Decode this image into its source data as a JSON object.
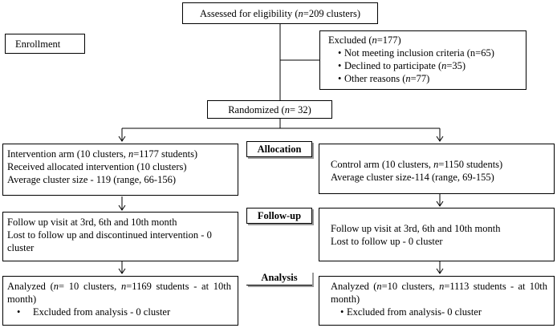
{
  "assessed": {
    "pre": "Assessed for eligibility (",
    "n": "n",
    "post": "=209 clusters)"
  },
  "enrollment": "Enrollment",
  "excluded": {
    "title_pre": "Excluded (",
    "title_n": "n",
    "title_post": "=177)",
    "items": [
      {
        "pre": "Not meeting inclusion criteria (n=65)",
        "n": "",
        "post": ""
      },
      {
        "pre": "Declined to participate (",
        "n": "n",
        "post": "=35)"
      },
      {
        "pre": "Other reasons (",
        "n": "n",
        "post": "=77)"
      }
    ]
  },
  "randomized": {
    "pre": "Randomized (",
    "n": "n",
    "post": "= 32)"
  },
  "stages": {
    "allocation": "Allocation",
    "followup": "Follow-up",
    "analysis": "Analysis"
  },
  "intervention": {
    "l1_pre": "Intervention arm (10 clusters, ",
    "l1_n": "n",
    "l1_post": "=1177 students)",
    "l2": "Received allocated intervention (10 clusters)",
    "l3": "Average cluster size - 119 (range, 66-156)"
  },
  "control": {
    "l1_pre": "Control arm (10 clusters, ",
    "l1_n": "n",
    "l1_post": "=1150 students)",
    "l2": "Average cluster size-114 (range, 69-155)"
  },
  "followup_left": {
    "l1": "Follow up visit at 3rd, 6th and 10th month",
    "l2": "Lost to follow up and discontinued intervention - 0 cluster"
  },
  "followup_right": {
    "l1": "Follow up visit at 3rd, 6th and 10th month",
    "l2": "Lost to follow up - 0 cluster"
  },
  "analysis_left": {
    "l1_pre": "Analyzed (",
    "l1_n": "n",
    "l1_mid": "= 10 clusters, ",
    "l1_n2": "n",
    "l1_post": "=1169 students - at 10th month)",
    "bullet": "Excluded from analysis - 0 cluster"
  },
  "analysis_right": {
    "l1_pre": "Analyzed (",
    "l1_n": "n",
    "l1_mid": "=10 clusters, ",
    "l1_n2": "n",
    "l1_post": "=1113 students - at 10th month)",
    "bullet": "Excluded from analysis- 0 cluster"
  }
}
